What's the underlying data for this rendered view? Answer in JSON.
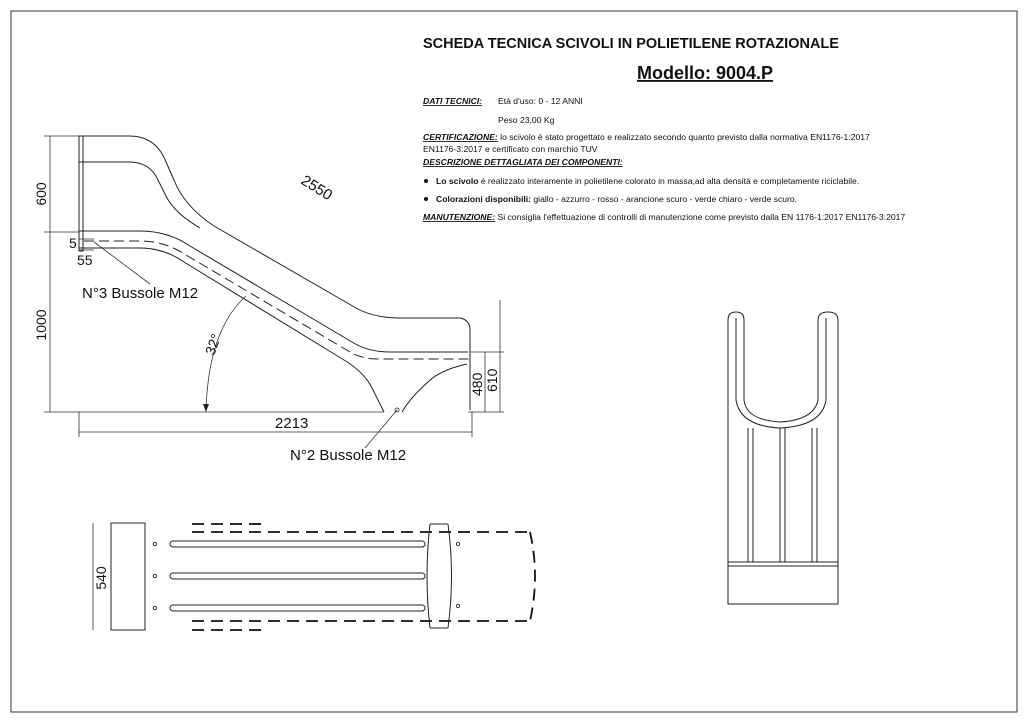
{
  "header": {
    "title": "SCHEDA TECNICA SCIVOLI  IN POLIETILENE ROTAZIONALE",
    "model": "Modello: 9004.P"
  },
  "info": {
    "dati_tecnici_label": "DATI TECNICI:",
    "eta": "Età d'uso: 0 - 12 ANNI",
    "peso": "Peso 23,00 Kg",
    "certificazione_label": "CERTIFICAZIONE:",
    "certificazione_line1": " lo scivolo è stato progettato e realizzato secondo quanto previsto dalla normativa EN1176-1:2017",
    "certificazione_line2": "EN1176-3:2017 e certificato con marchio TUV",
    "descrizione_label": "DESCRIZIONE DETTAGLIATA DEI COMPONENTI:",
    "bullet1_bold": "Lo scivolo",
    "bullet1_text": " è realizzato interamente in polietilene  colorato in massa,ad alta densità e completamente riciclabile.",
    "bullet2_bold": "Colorazioni disponibili:",
    "bullet2_text": " giallo - azzurro - rosso - arancione scuro - verde chiaro - verde scuro.",
    "manutenzione_label": "MANUTENZIONE:",
    "manutenzione_text": " Si consiglia l'effettuazione di controlli di manutenzione come previsto dalla EN 1176-1:2017 EN1176-3:2017"
  },
  "side_view": {
    "dim_600": "600",
    "dim_1000": "1000",
    "dim_5": "5",
    "dim_55": "55",
    "dim_2550": "2550",
    "dim_angle": "32°",
    "dim_480": "480",
    "dim_610": "610",
    "dim_2213": "2213",
    "note_top": "N°3 Bussole M12",
    "note_bottom": "N°2 Bussole M12"
  },
  "plan_view": {
    "dim_540": "540"
  }
}
